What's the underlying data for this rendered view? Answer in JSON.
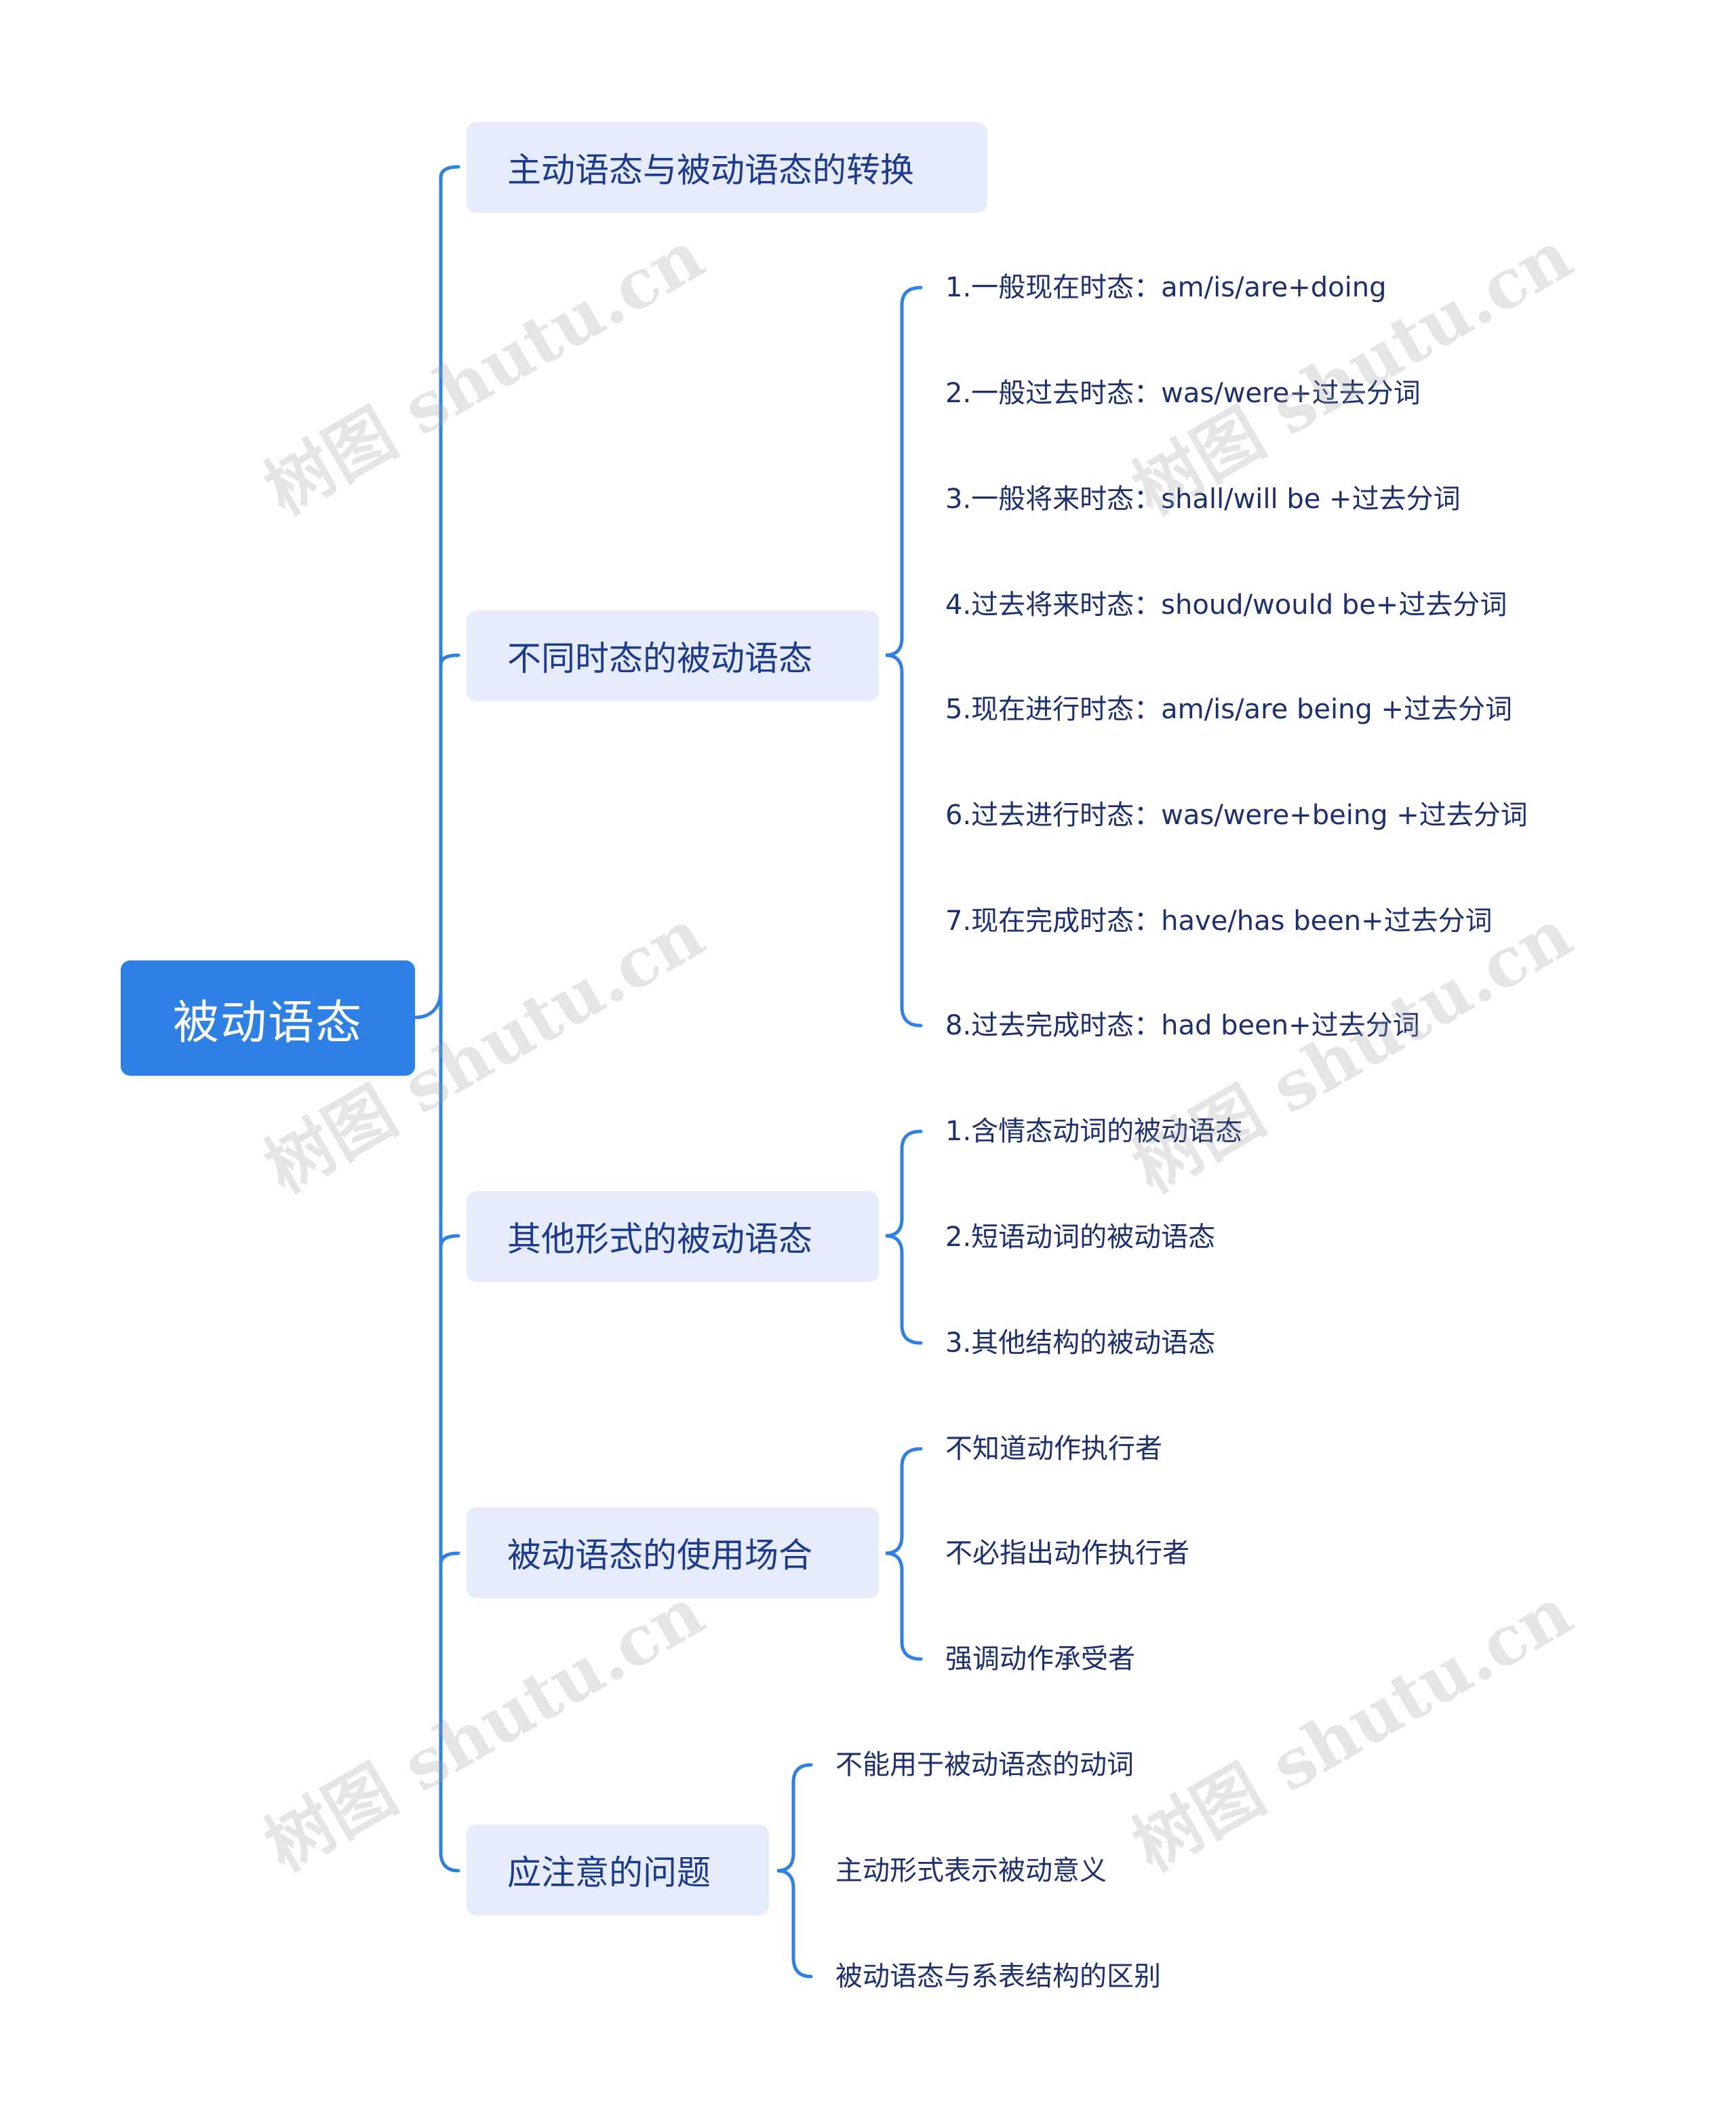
{
  "root": {
    "label": "被动语态"
  },
  "branches": [
    {
      "label": "主动语态与被动语态的转换",
      "children": []
    },
    {
      "label": "不同时态的被动语态",
      "children": [
        "1.一般现在时态：am/is/are+doing",
        "2.一般过去时态：was/were+过去分词",
        "3.一般将来时态：shall/will be +过去分词",
        "4.过去将来时态：shoud/would be+过去分词",
        "5.现在进行时态：am/is/are being +过去分词",
        "6.过去进行时态：was/were+being +过去分词",
        "7.现在完成时态：have/has been+过去分词",
        "8.过去完成时态：had been+过去分词"
      ]
    },
    {
      "label": "其他形式的被动语态",
      "children": [
        "1.含情态动词的被动语态",
        "2.短语动词的被动语态",
        "3.其他结构的被动语态"
      ]
    },
    {
      "label": "被动语态的使用场合",
      "children": [
        "不知道动作执行者",
        "不必指出动作执行者",
        "强调动作承受者"
      ]
    },
    {
      "label": "应注意的问题",
      "children": [
        "不能用于被动语态的动词",
        "主动形式表示被动意义",
        "被动语态与系表结构的区别"
      ]
    }
  ],
  "watermark": "树图 shutu.cn",
  "colors": {
    "accent": "#2f80e4",
    "branch_bg": "#e6ecfb",
    "branch_text": "#1d3b8c",
    "leaf_text": "#1d2f6e"
  }
}
